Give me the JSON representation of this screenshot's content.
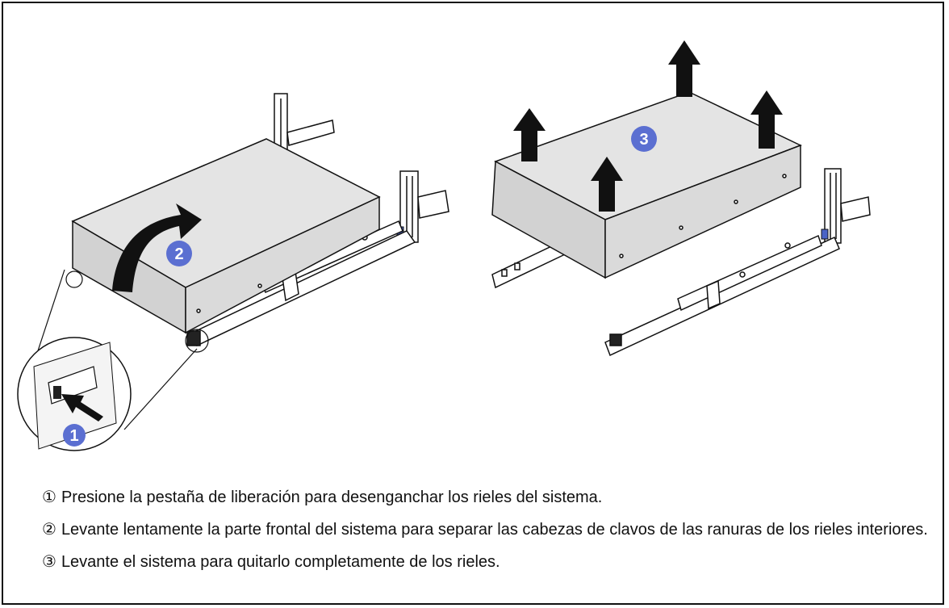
{
  "figure": {
    "callouts": [
      {
        "id": "1",
        "label": "1"
      },
      {
        "id": "2",
        "label": "2"
      },
      {
        "id": "3",
        "label": "3"
      }
    ],
    "colors": {
      "callout_fill": "#5b6fd1",
      "server_top": "#e4e4e4",
      "server_side": "#d6d6d6",
      "arrow_fill": "#111111",
      "line": "#111111"
    }
  },
  "steps": [
    {
      "number": "①",
      "text": "Presione la pestaña de liberación para desenganchar los rieles del sistema."
    },
    {
      "number": "②",
      "text": "Levante lentamente la parte frontal del sistema para separar las cabezas de clavos de las ranuras de los rieles interiores."
    },
    {
      "number": "③",
      "text": "Levante el sistema para quitarlo completamente de los rieles."
    }
  ]
}
